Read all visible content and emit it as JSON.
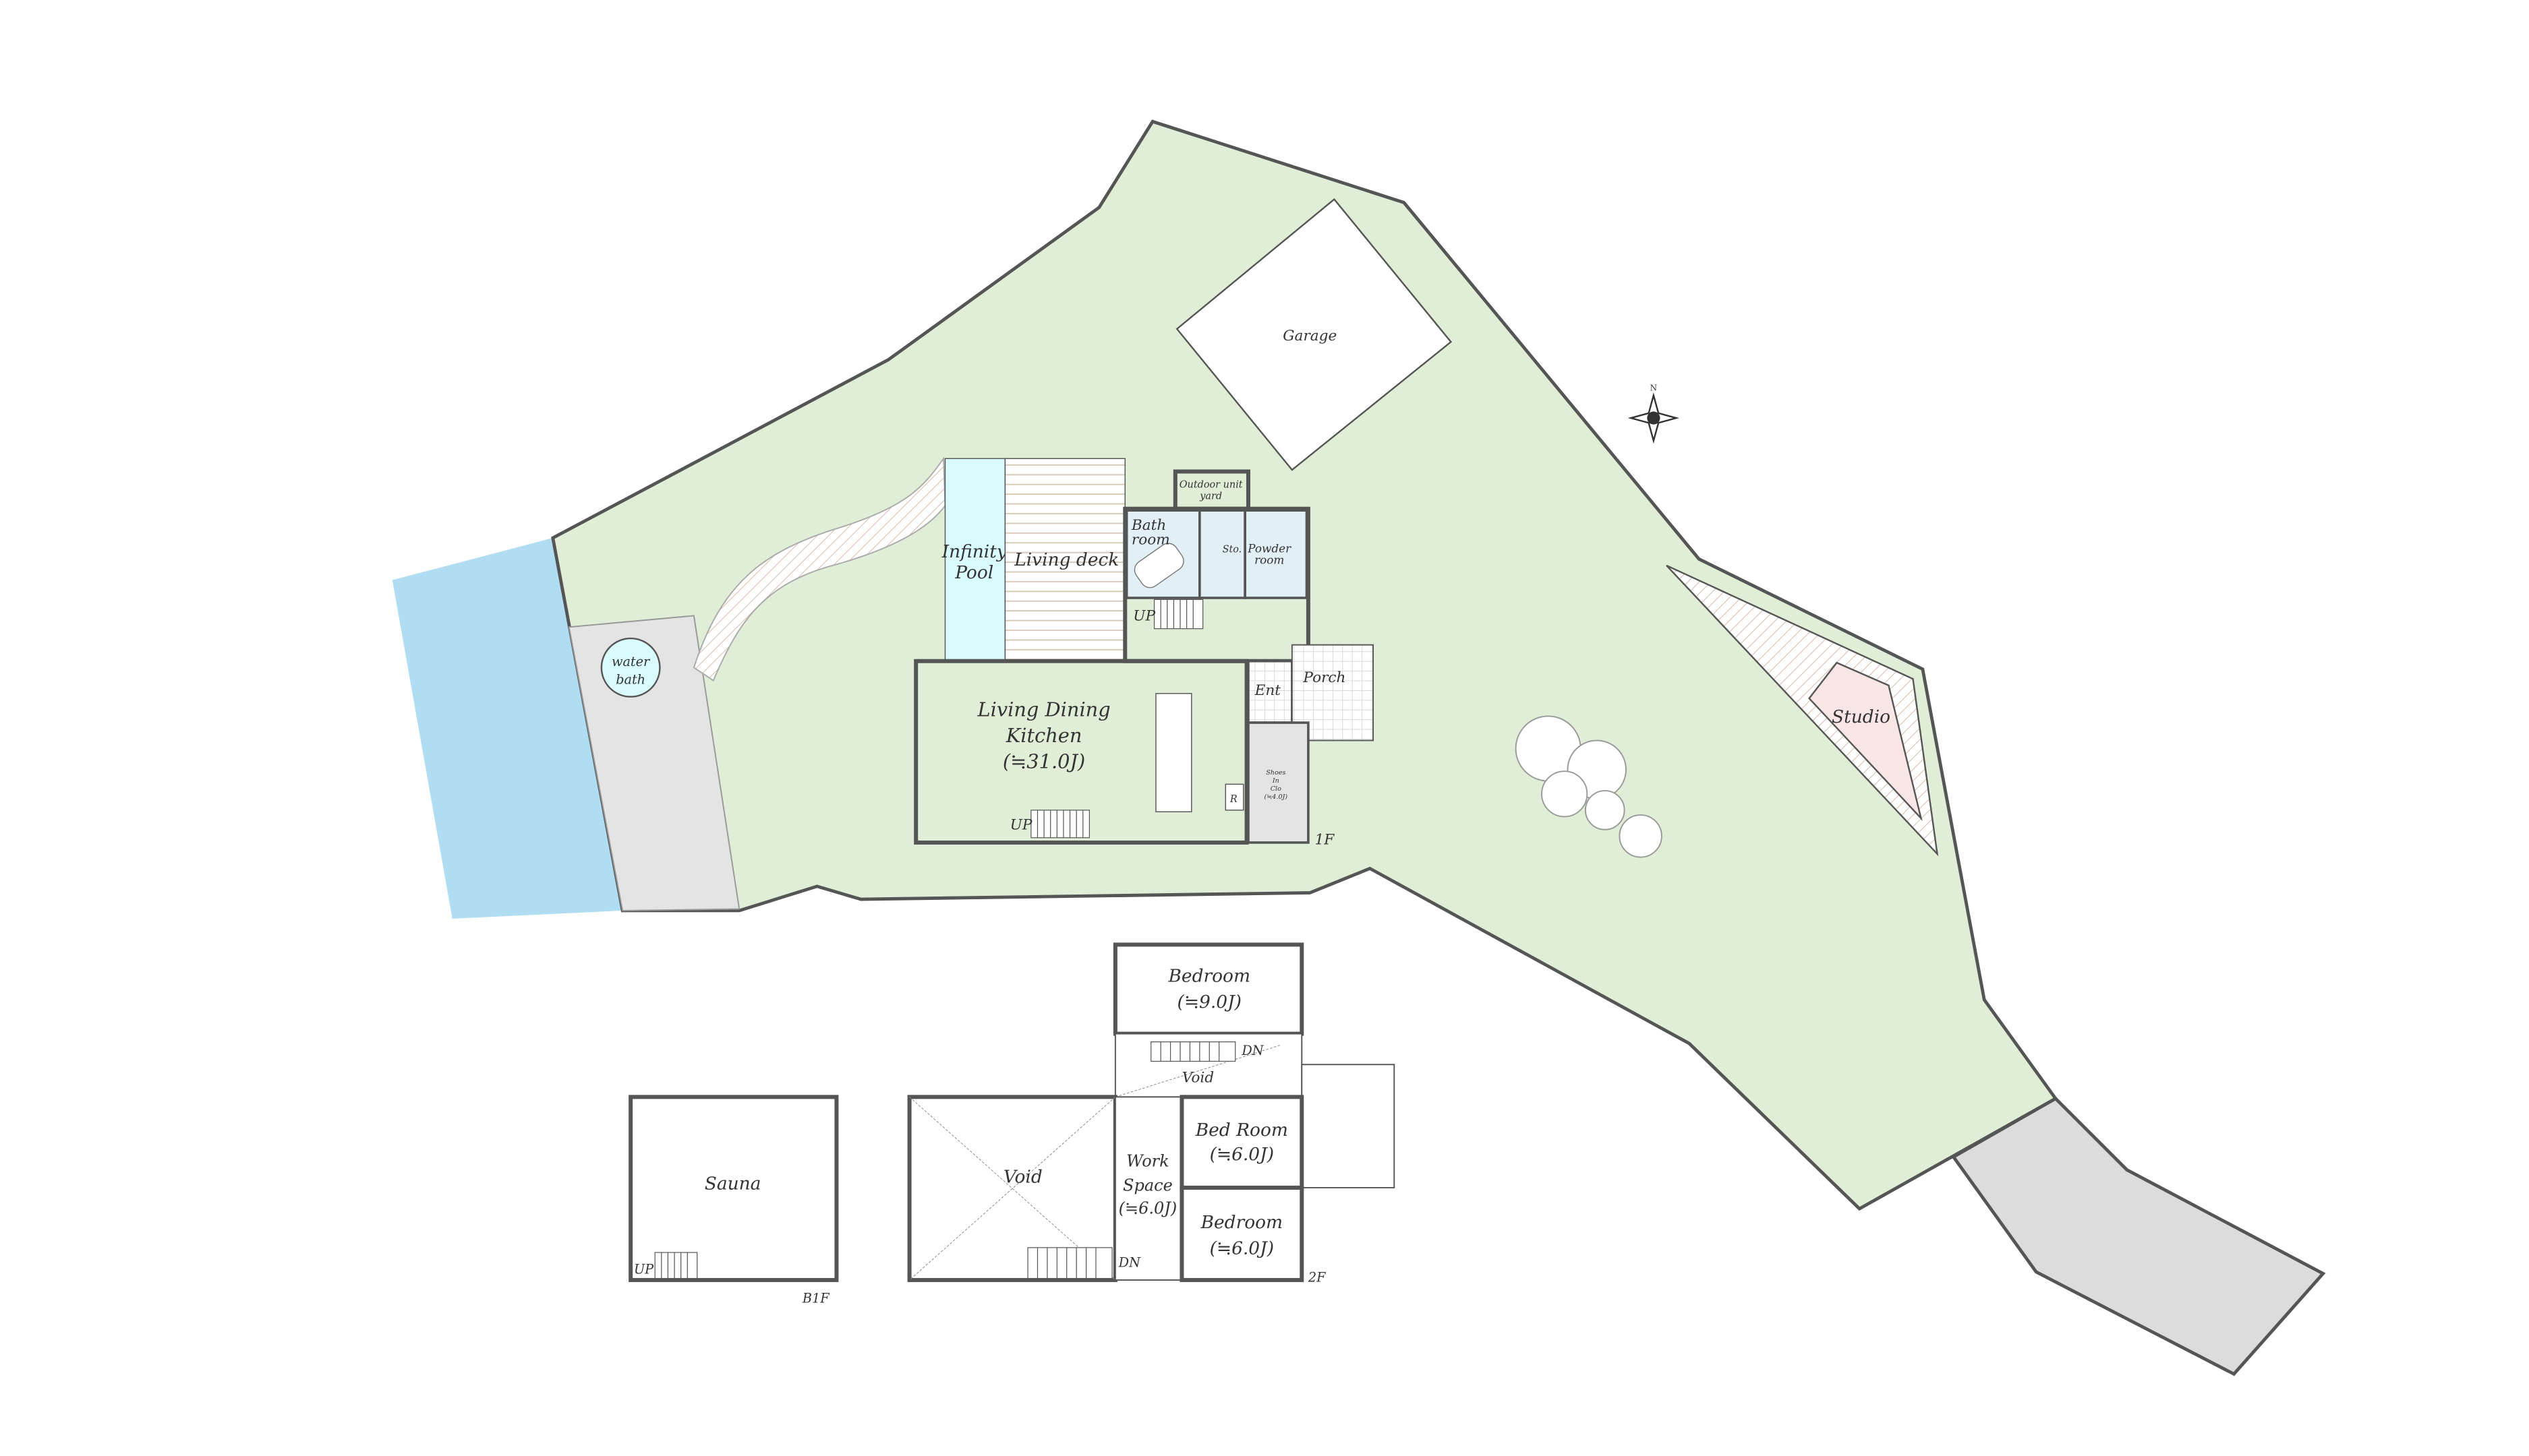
{
  "colors": {
    "land": "#e0eed8",
    "water": "#b0ddf2",
    "road": "#dcdcdc",
    "pool": "#d9fbfd",
    "ldk": "#fcefe0",
    "wet_area": "#e2eff7",
    "bedroom": "#f8e6e6",
    "studio": "#f8e6e6",
    "outline": "#555555"
  },
  "site": {
    "garage": "Garage",
    "studio": "Studio",
    "water_bath": [
      "water",
      "bath"
    ],
    "compass_north": "N"
  },
  "floor_1f": {
    "level": "1F",
    "infinity_pool": [
      "Infinity",
      "Pool"
    ],
    "living_deck": "Living deck",
    "outdoor_unit_yard": [
      "Outdoor unit",
      "yard"
    ],
    "bath_room": [
      "Bath",
      "room"
    ],
    "storage": "Sto.",
    "powder_room": [
      "Powder",
      "room"
    ],
    "ldk": [
      "Living Dining",
      "Kitchen",
      "(≒31.0J)"
    ],
    "entrance": "Ent",
    "porch": "Porch",
    "shoes_closet": [
      "Shoes",
      "In",
      "Clo",
      "(≒4.0J)"
    ],
    "refrigerator": "R",
    "stairs_up_1": "UP",
    "stairs_up_2": "UP"
  },
  "floor_2f": {
    "level": "2F",
    "bedroom_main": [
      "Bedroom",
      "(≒9.0J)"
    ],
    "void_stair": "Void",
    "stairs_dn_1": "DN",
    "void_main": "Void",
    "work_space": [
      "Work",
      "Space",
      "(≒6.0J)"
    ],
    "bed_room": [
      "Bed Room",
      "(≒6.0J)"
    ],
    "bedroom_small": [
      "Bedroom",
      "(≒6.0J)"
    ],
    "stairs_dn_2": "DN"
  },
  "floor_b1f": {
    "level": "B1F",
    "sauna": "Sauna",
    "stairs_up": "UP"
  }
}
